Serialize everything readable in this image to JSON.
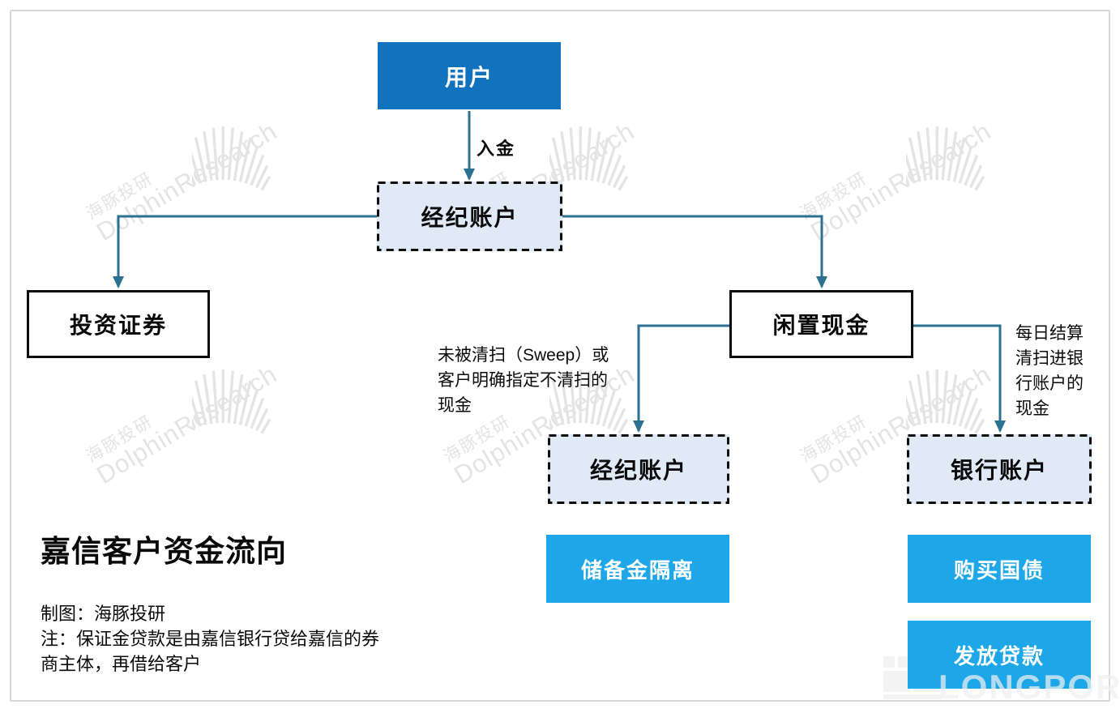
{
  "diagram": {
    "title": "嘉信客户资金流向",
    "credit": "制图：海豚投研",
    "note_lines": [
      "注：保证金贷款是由嘉信银行贷给嘉信的券",
      "商主体，再借给客户"
    ],
    "nodes": {
      "user": {
        "label": "用户"
      },
      "broker_top": {
        "label": "经纪账户"
      },
      "invest": {
        "label": "投资证券"
      },
      "idle_cash": {
        "label": "闲置现金"
      },
      "broker_sub": {
        "label": "经纪账户"
      },
      "bank": {
        "label": "银行账户"
      },
      "reserve": {
        "label": "储备金隔离"
      },
      "treasury": {
        "label": "购买国债"
      },
      "loan": {
        "label": "发放贷款"
      }
    },
    "edges": {
      "deposit_label": "入金",
      "unswept_lines": [
        "未被清扫（Sweep）或",
        "客户明确指定不清扫的",
        "现金"
      ],
      "daily_sweep_lines": [
        "每日结算",
        "清扫进银",
        "行账户的",
        "现金"
      ]
    }
  },
  "watermark": {
    "cn": "海豚投研",
    "en": "DolphinResearch",
    "brand": "LONGPORT"
  },
  "colors": {
    "primary_blue": "#1172BE",
    "accent_blue": "#1DA7E8",
    "connector_teal": "#2C7092",
    "dashed_fill": "#DFEAF6",
    "frame_gray": "#D8D8D8",
    "watermark_gray": "#E4E4E4"
  }
}
